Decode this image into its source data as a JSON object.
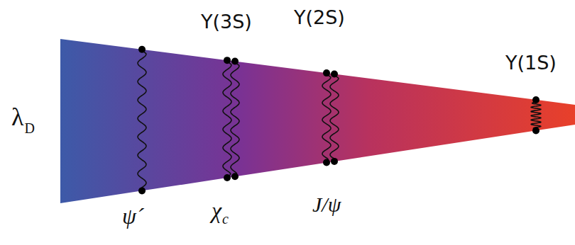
{
  "diagram": {
    "labels": [
      "Υ(3S)",
      "Υ(2S)",
      "Υ(1S)",
      "λ",
      "D",
      "ψ´",
      "χ",
      "c",
      "J/ψ"
    ]
  }
}
